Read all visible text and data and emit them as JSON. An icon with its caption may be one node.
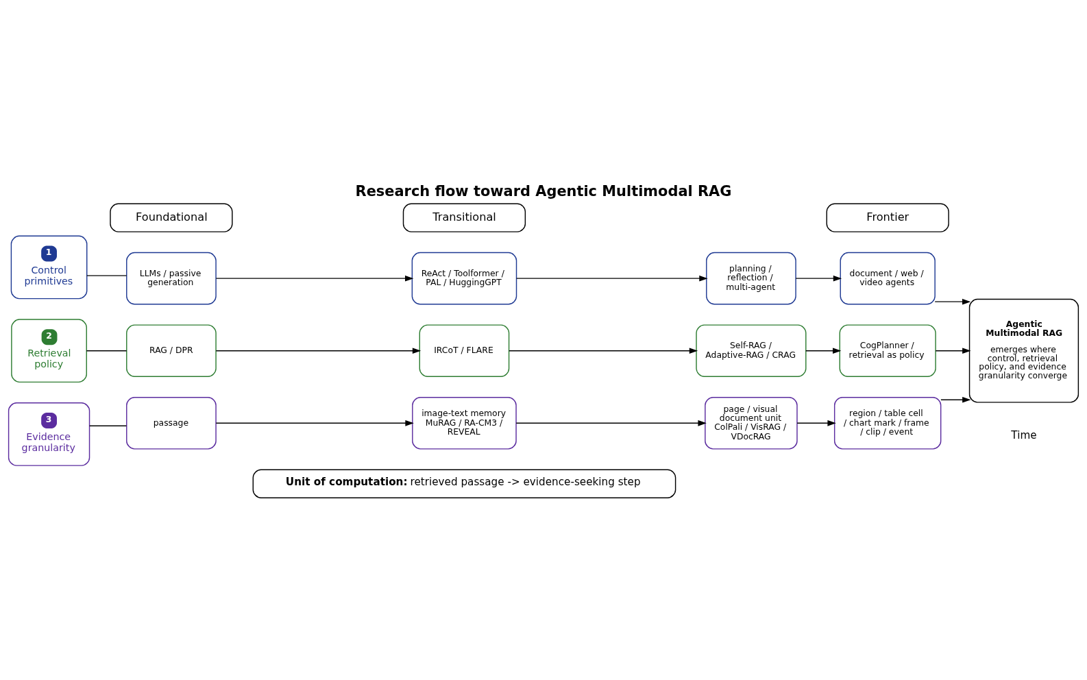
{
  "diagram": {
    "title": "Research flow toward Agentic Multimodal RAG",
    "nodes": [
      {
        "text": [
          "Foundational"
        ]
      },
      {
        "text": [
          "Transitional"
        ]
      },
      {
        "text": [
          "Frontier"
        ]
      },
      {
        "text": [
          "1",
          "Control primitives"
        ]
      },
      {
        "text": [
          "LLMs / passive generation"
        ]
      },
      {
        "text": [
          "ReAct / Toolformer / PAL / HuggingGPT"
        ]
      },
      {
        "text": [
          "planning / reflection / multi-agent"
        ]
      },
      {
        "text": [
          "document / web / video agents"
        ]
      },
      {
        "text": [
          "2",
          "Retrieval policy"
        ]
      },
      {
        "text": [
          "RAG / DPR"
        ]
      },
      {
        "text": [
          "IRCoT / FLARE"
        ]
      },
      {
        "text": [
          "Self-RAG / Adaptive-RAG / CRAG"
        ]
      },
      {
        "text": [
          "CogPlanner / retrieval as policy"
        ]
      },
      {
        "text": [
          "3",
          "Evidence granularity"
        ]
      },
      {
        "text": [
          "passage"
        ]
      },
      {
        "text": [
          "image-text memory MuRAG / RA-CM3 / REVEAL"
        ]
      },
      {
        "text": [
          "page / visual document unit ColPali / VisRAG / VDocRAG"
        ]
      },
      {
        "text": [
          "region / table cell / chart mark / frame / clip / event"
        ]
      },
      {
        "text": [
          "Agentic Multimodal RAG",
          "emerges where control, retrieval policy, and evidence granularity converge"
        ]
      },
      {
        "text": [
          "**Unit of computation:** retrieved passage -> evidence-seeking step"
        ]
      }
    ],
    "edges": [
      {
        "from": 3,
        "to": 4,
        "arrow": "none"
      },
      {
        "from": 4,
        "to": 5,
        "arrow": "to"
      },
      {
        "from": 5,
        "to": 6,
        "arrow": "to"
      },
      {
        "from": 6,
        "to": 7,
        "arrow": "to"
      },
      {
        "from": 7,
        "to": 18,
        "arrow": "to"
      },
      {
        "from": 8,
        "to": 9,
        "arrow": "none"
      },
      {
        "from": 9,
        "to": 10,
        "arrow": "to"
      },
      {
        "from": 10,
        "to": 11,
        "arrow": "to"
      },
      {
        "from": 11,
        "to": 12,
        "arrow": "to"
      },
      {
        "from": 12,
        "to": 18,
        "arrow": "to"
      },
      {
        "from": 13,
        "to": 14,
        "arrow": "none"
      },
      {
        "from": 14,
        "to": 15,
        "arrow": "to"
      },
      {
        "from": 15,
        "to": 16,
        "arrow": "to"
      },
      {
        "from": 16,
        "to": 17,
        "arrow": "to"
      },
      {
        "from": 17,
        "to": 18,
        "arrow": "to"
      }
    ],
    "labels": [
      "Time"
    ]
  }
}
